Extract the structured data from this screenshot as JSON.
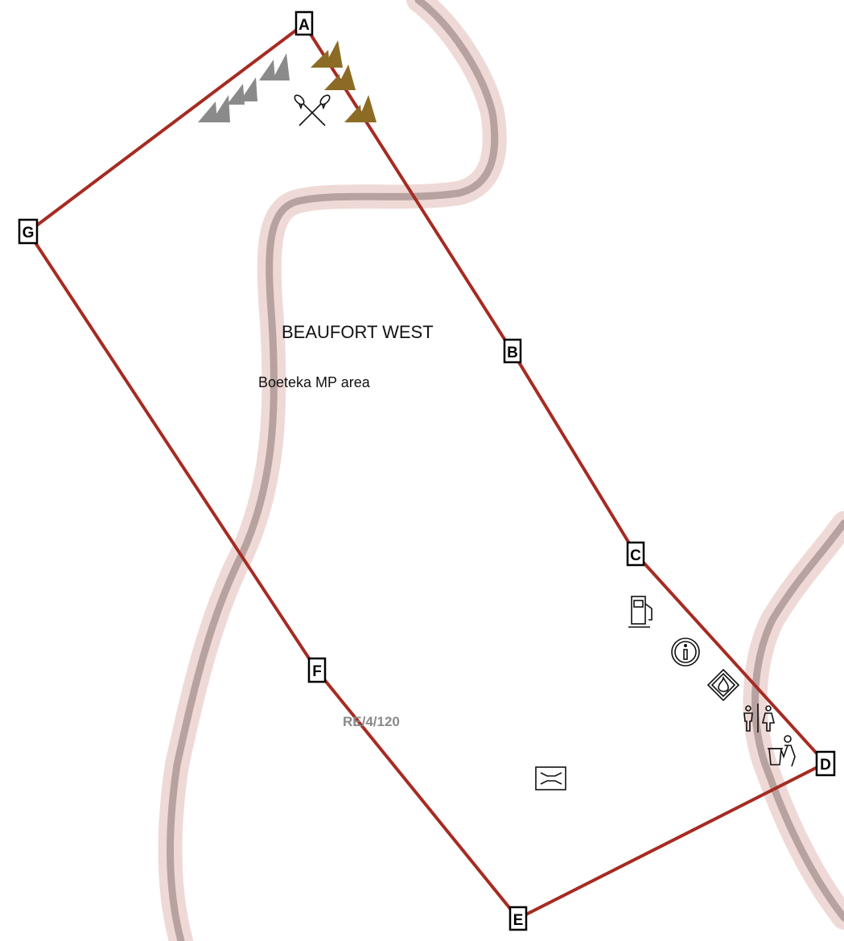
{
  "place_name": "BEAUFORT WEST",
  "area_name": "Boeteka MP area",
  "farm_label": "RE/4/120",
  "colors": {
    "boundary": "#a62b22",
    "road_casing": "#efd9d6",
    "road_center": "#b7a29f",
    "hill_grey": "#8a8a8a",
    "hill_brown": "#8c6b24"
  },
  "corners": [
    "A",
    "B",
    "C",
    "D",
    "E",
    "F",
    "G"
  ],
  "icons": [
    "fuel-pump-icon",
    "information-icon",
    "fire-hazard-icon",
    "toilets-icon",
    "litter-bin-icon",
    "bridge-icon",
    "mining-shovels-icon",
    "grey-hills-icon",
    "brown-hills-icon"
  ]
}
